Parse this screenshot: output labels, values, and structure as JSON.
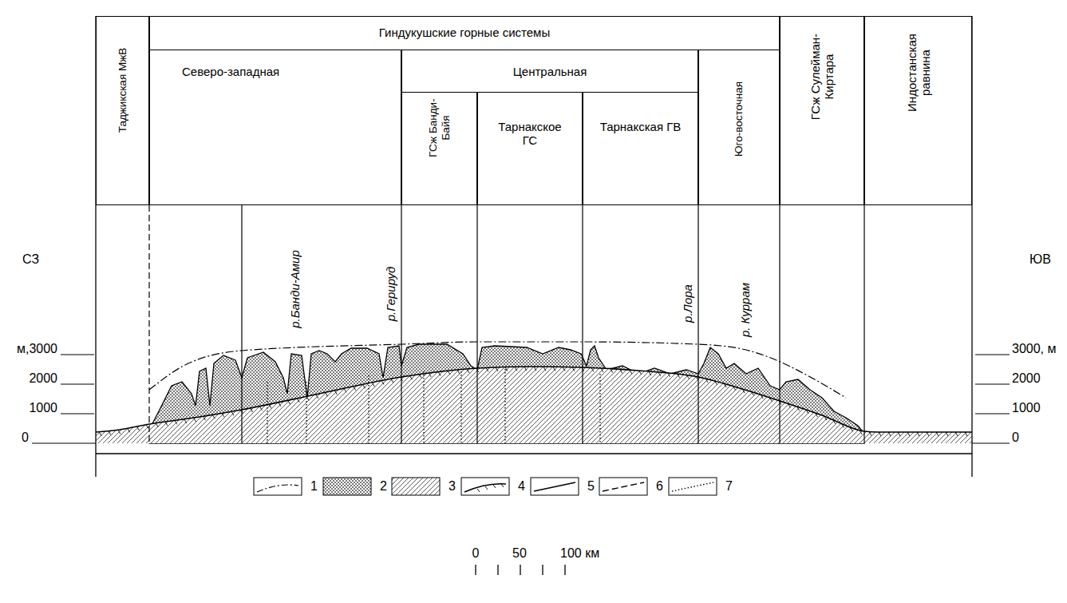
{
  "diagram": {
    "nodes": [
      {
        "text": [
          "Таджикская МжВ"
        ]
      },
      {
        "text": [
          "Гиндукушские горные системы"
        ]
      },
      {
        "text": [
          "Северо-западная"
        ],
        "in": 1
      },
      {
        "text": [
          "Центральная"
        ],
        "in": 1
      },
      {
        "text": [
          "ГСж Банди-Байя"
        ],
        "in": 3
      },
      {
        "text": [
          "Тарнакское ГС"
        ],
        "in": 3
      },
      {
        "text": [
          "Тарнакская ГВ"
        ],
        "in": 3
      },
      {
        "text": [
          "Юго-восточная"
        ],
        "in": 1
      },
      {
        "text": [
          "ГСж Сулейман-Киртара"
        ]
      },
      {
        "text": [
          "Индостанская равнина"
        ]
      }
    ],
    "labels": [
      "СЗ",
      "ЮВ",
      "м,3000",
      "2000",
      "1000",
      "0",
      "3000, м",
      "2000",
      "1000",
      "0",
      "р.Банди-Амир",
      "р.Герируд",
      "р.Лора",
      "р. Куррам",
      "0",
      "50",
      "100 км"
    ],
    "legend": [
      {
        "text": "1"
      },
      {
        "text": "2"
      },
      {
        "text": "3"
      },
      {
        "text": "4"
      },
      {
        "text": "5"
      },
      {
        "text": "6"
      },
      {
        "text": "7"
      }
    ]
  }
}
